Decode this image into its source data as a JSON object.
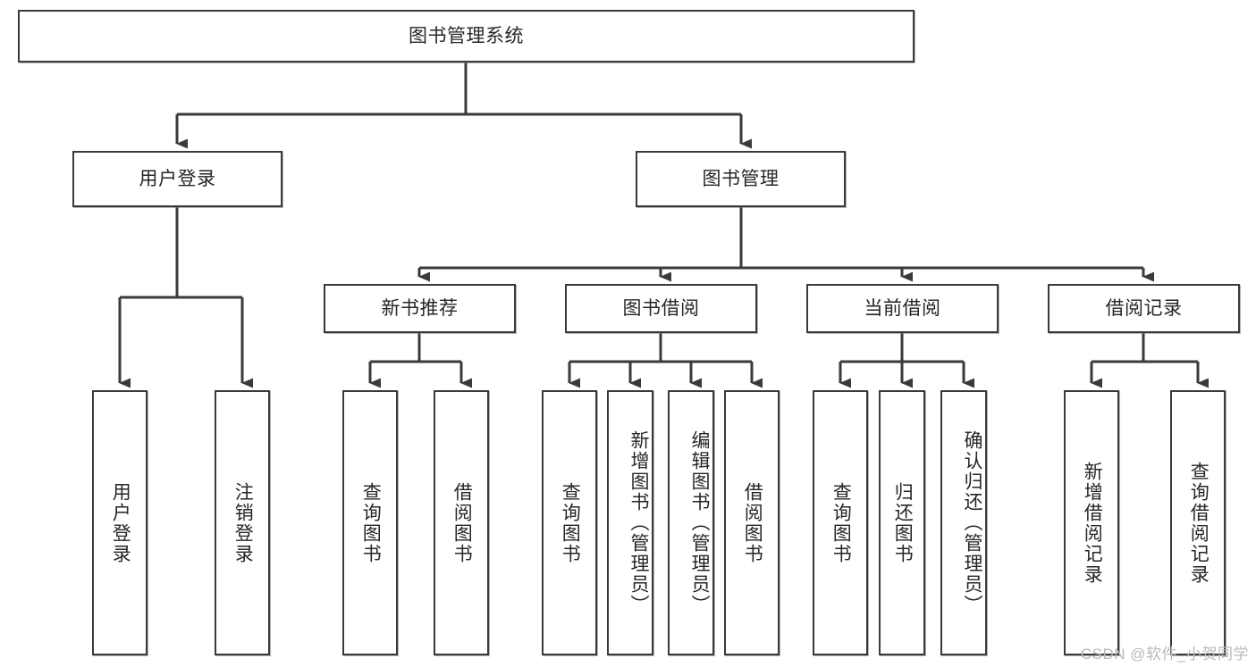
{
  "diagram": {
    "title": "图书管理系统",
    "type": "tree-hierarchy-diagram",
    "colors": {
      "box_border": "#3a3a3a",
      "box_fill": "#ffffff",
      "connector": "#3a3a3a",
      "text": "#262626",
      "watermark": "#b9b9b9"
    },
    "root": {
      "label": "图书管理系统"
    },
    "level2": [
      {
        "label": "用户登录"
      },
      {
        "label": "图书管理"
      }
    ],
    "level3": [
      {
        "label": "新书推荐"
      },
      {
        "label": "图书借阅"
      },
      {
        "label": "当前借阅"
      },
      {
        "label": "借阅记录"
      }
    ],
    "leaves": {
      "user_login": [
        {
          "label": "用户登录"
        },
        {
          "label": "注销登录"
        }
      ],
      "new_book_recommend": [
        {
          "label": "查询图书"
        },
        {
          "label": "借阅图书"
        }
      ],
      "book_borrow": [
        {
          "label": "查询图书"
        },
        {
          "label": "新增图书（管理员）"
        },
        {
          "label": "编辑图书（管理员）"
        },
        {
          "label": "借阅图书"
        }
      ],
      "current_borrow": [
        {
          "label": "查询图书"
        },
        {
          "label": "归还图书"
        },
        {
          "label": "确认归还（管理员）"
        }
      ],
      "borrow_record": [
        {
          "label": "新增借阅记录"
        },
        {
          "label": "查询借阅记录"
        }
      ]
    }
  },
  "watermark": {
    "text": "CSDN @软件_小贺同学"
  }
}
